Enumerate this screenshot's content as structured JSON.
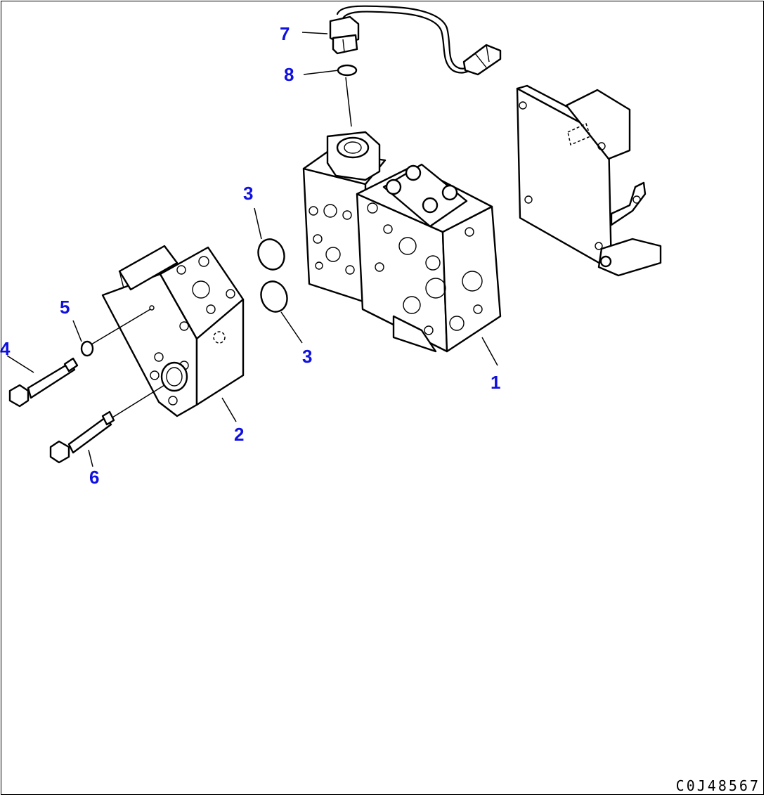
{
  "diagram": {
    "callouts": [
      {
        "id": "1",
        "label": "1"
      },
      {
        "id": "2",
        "label": "2"
      },
      {
        "id": "3a",
        "label": "3"
      },
      {
        "id": "3b",
        "label": "3"
      },
      {
        "id": "4",
        "label": "4"
      },
      {
        "id": "5",
        "label": "5"
      },
      {
        "id": "6",
        "label": "6"
      },
      {
        "id": "7",
        "label": "7"
      },
      {
        "id": "8",
        "label": "8"
      }
    ],
    "drawing_code": "C0J48567",
    "colors": {
      "callout": "#1010e0",
      "line": "#000000",
      "background": "#ffffff"
    }
  }
}
